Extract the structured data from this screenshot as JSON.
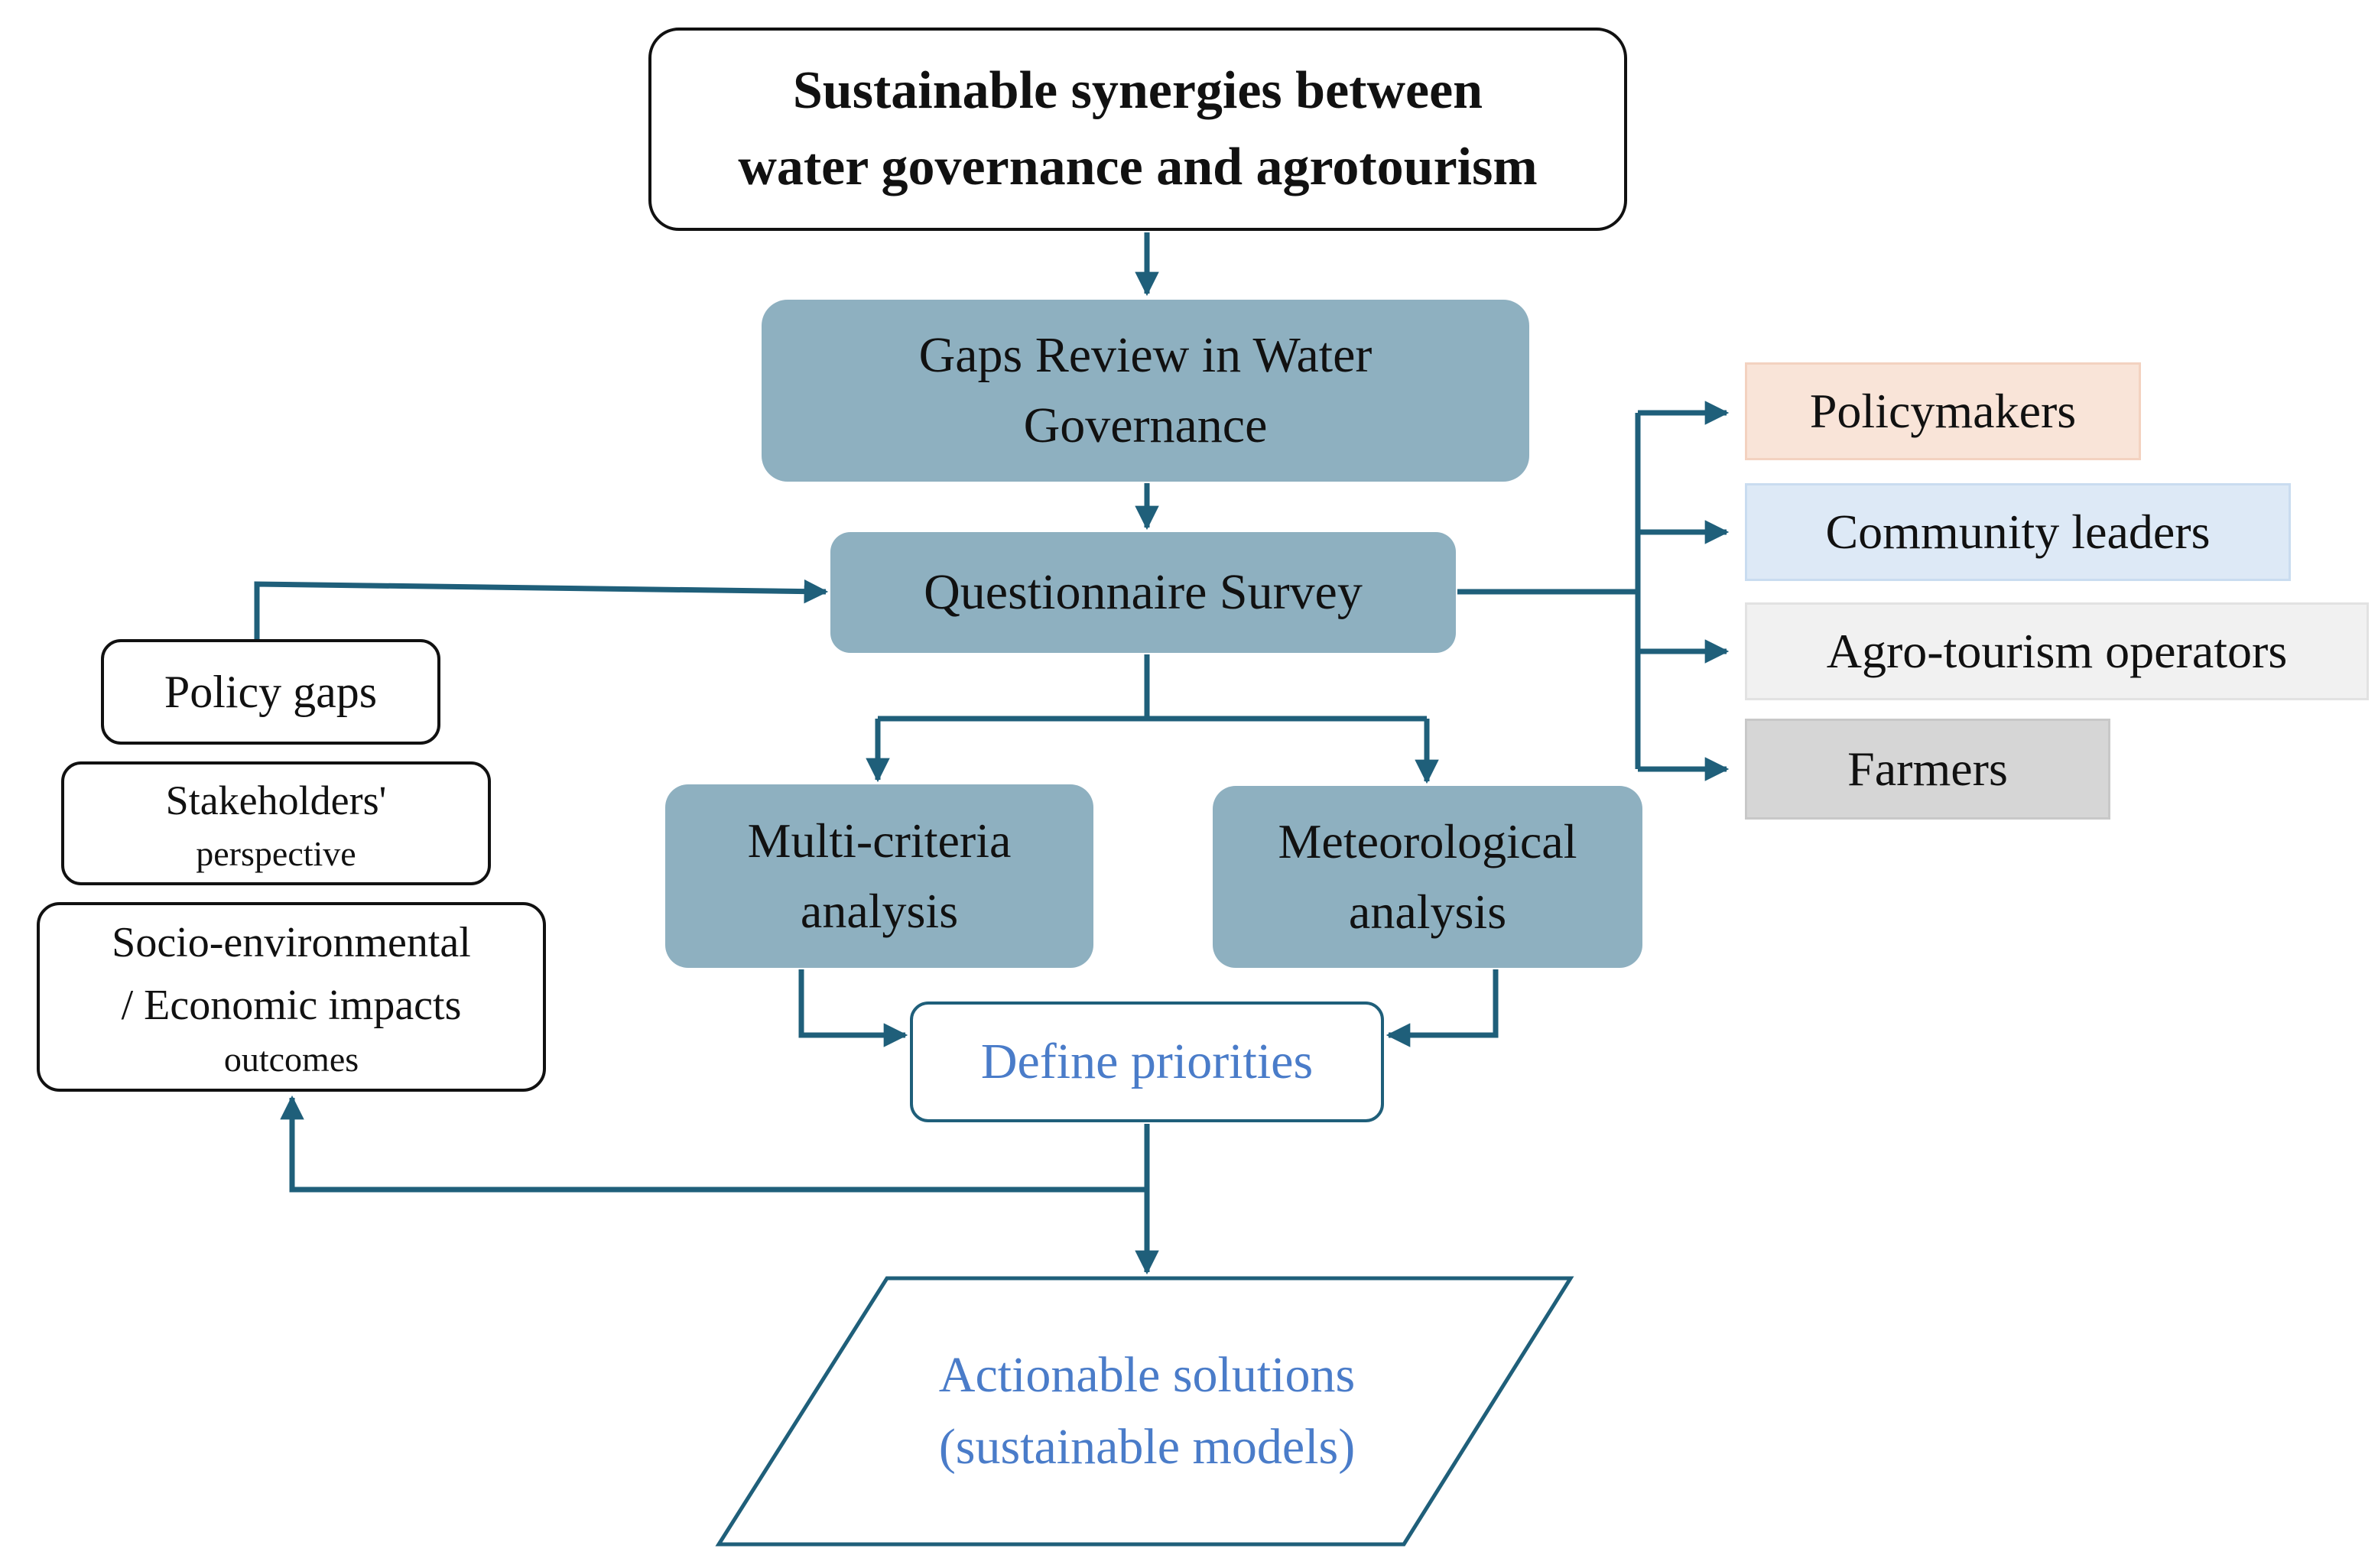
{
  "title": {
    "line1": "Sustainable synergies between",
    "line2": "water governance and agrotourism"
  },
  "steps": {
    "gaps_review": "Gaps Review in Water Governance",
    "questionnaire": "Questionnaire Survey",
    "multi_criteria": "Multi-criteria analysis",
    "meteorological": "Meteorological analysis",
    "define_priorities": "Define priorities",
    "actionable": {
      "line1": "Actionable solutions",
      "line2": "(sustainable models)"
    }
  },
  "factors": {
    "policy_gaps": "Policy gaps",
    "stakeholders": {
      "line1": "Stakeholders'",
      "line2": "perspective"
    },
    "impacts": {
      "line1": "Socio-environmental",
      "line2": "/ Economic impacts",
      "line3": "outcomes"
    }
  },
  "stakeholder_groups": {
    "policymakers": "Policymakers",
    "community_leaders": "Community leaders",
    "agro_tourism_operators": "Agro-tourism operators",
    "farmers": "Farmers"
  },
  "colors": {
    "arrow": "#1f5f7a",
    "teal_box": "#8eb0c0",
    "accent_text": "#4a7cc9",
    "policymakers_bg": "#f9e4d8",
    "community_bg": "#dde9f6",
    "agro_bg": "#f1f1f1",
    "farmers_bg": "#d6d6d6"
  }
}
